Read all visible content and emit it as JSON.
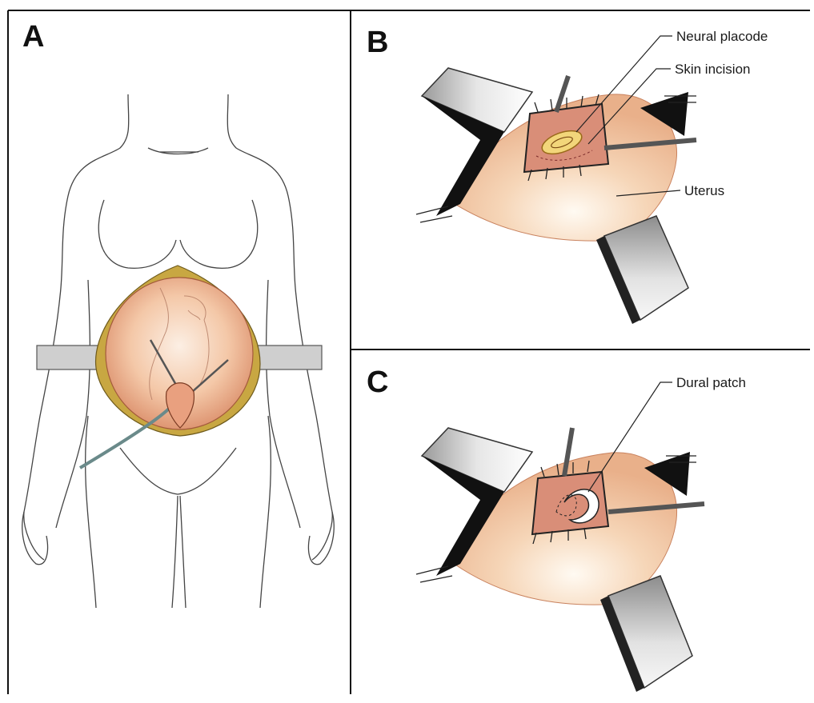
{
  "panels": {
    "a": {
      "letter": "A"
    },
    "b": {
      "letter": "B",
      "callouts": {
        "neural_placode": "Neural placode",
        "skin_incision": "Skin incision",
        "uterus": "Uterus"
      }
    },
    "c": {
      "letter": "C",
      "callouts": {
        "dural_patch": "Dural patch"
      }
    }
  },
  "colors": {
    "uterus_light": "#fdeee0",
    "uterus_mid": "#f3c29c",
    "uterus_edge": "#c9825e",
    "incision_window": "#d98e78",
    "placode": "#f2d67a",
    "retractor": "#c9c9c9",
    "fat_layer": "#c8a742",
    "outline": "#333333"
  }
}
